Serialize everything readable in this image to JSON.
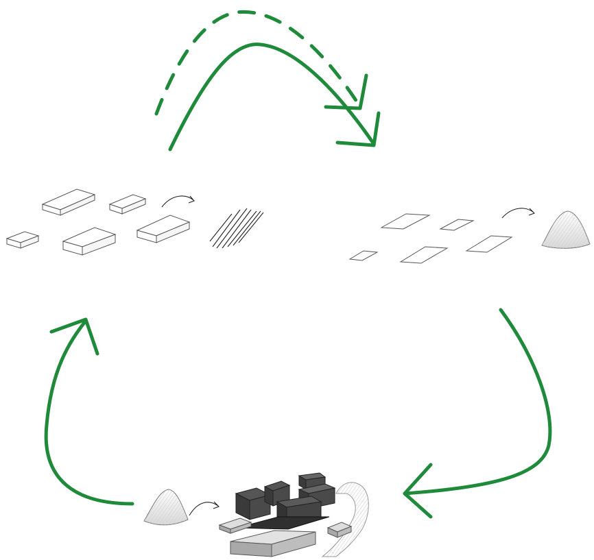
{
  "colors": {
    "arrow": "#1e8a3a",
    "sketch": "#555555",
    "dark_building": "#3a3a3a",
    "light_building": "#a9a9a9",
    "hatch": "#cccccc"
  },
  "icons": {
    "top_arrows": [
      "solid-arc-arrow",
      "dashed-arc-arrow"
    ],
    "right_arrow": "curved-arrow-right-side",
    "left_arrow": "curved-arrow-left-side",
    "clusters": [
      "3d-blocks-icon",
      "flat-plots-icon",
      "city-model-icon",
      "hill-icon",
      "hatch-lines-icon"
    ]
  }
}
